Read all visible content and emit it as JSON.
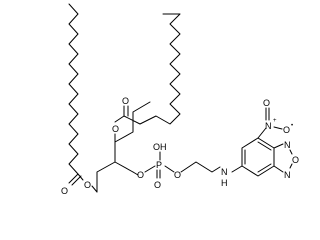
{
  "molecule": {
    "atoms": {
      "ester1_o": "O",
      "ester1_carbonyl_o": "O",
      "ester2_o": "O",
      "ester2_carbonyl_o": "O",
      "phosphate_o1": "O",
      "phosphorus": "P",
      "phosphate_oh": "OH",
      "phosphate_o_double": "O",
      "phosphate_o2": "O",
      "amine": "N",
      "amine_h": "H",
      "oxadiazole_n1": "N",
      "oxadiazole_o": "O",
      "oxadiazole_n2": "N",
      "nitro_n": "N",
      "nitro_plus": "+",
      "nitro_o_double": "O",
      "nitro_o_single": "O",
      "nitro_minus": "•"
    }
  }
}
